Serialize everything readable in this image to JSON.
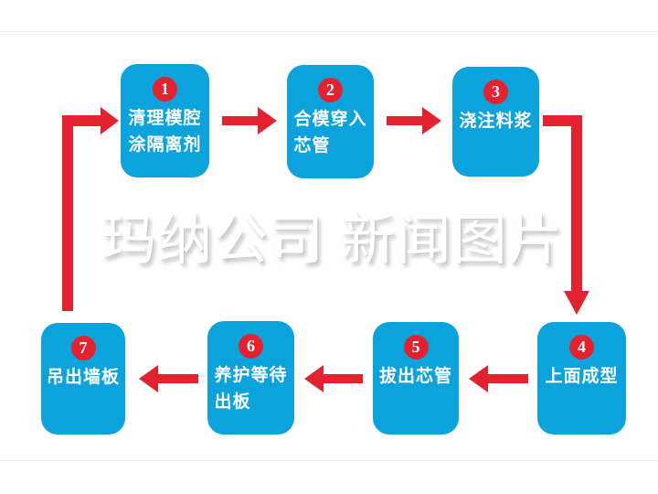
{
  "watermark": {
    "text": "玛纳公司 新闻图片"
  },
  "colors": {
    "box_blue": "#0CA2DC",
    "arrow_red": "#E32230",
    "badge_red": "#E32230",
    "label_white": "#FFFFFF",
    "frame_line": "#ECECEC",
    "background": "#FFFFFF"
  },
  "steps": [
    {
      "num": "1",
      "lines": [
        "清理模腔",
        "涂隔离剂"
      ]
    },
    {
      "num": "2",
      "lines": [
        "合模穿入",
        "芯管"
      ]
    },
    {
      "num": "3",
      "lines": [
        "浇注料浆"
      ]
    },
    {
      "num": "4",
      "lines": [
        "上面成型"
      ]
    },
    {
      "num": "5",
      "lines": [
        "拔出芯管"
      ]
    },
    {
      "num": "6",
      "lines": [
        "养护等待",
        "出板"
      ]
    },
    {
      "num": "7",
      "lines": [
        "吊出墙板"
      ]
    }
  ],
  "arrows": [
    {
      "from": "1",
      "to": "2"
    },
    {
      "from": "2",
      "to": "3"
    },
    {
      "from": "3",
      "to": "4"
    },
    {
      "from": "4",
      "to": "5"
    },
    {
      "from": "5",
      "to": "6"
    },
    {
      "from": "6",
      "to": "7"
    },
    {
      "from": "7",
      "to": "1"
    }
  ]
}
